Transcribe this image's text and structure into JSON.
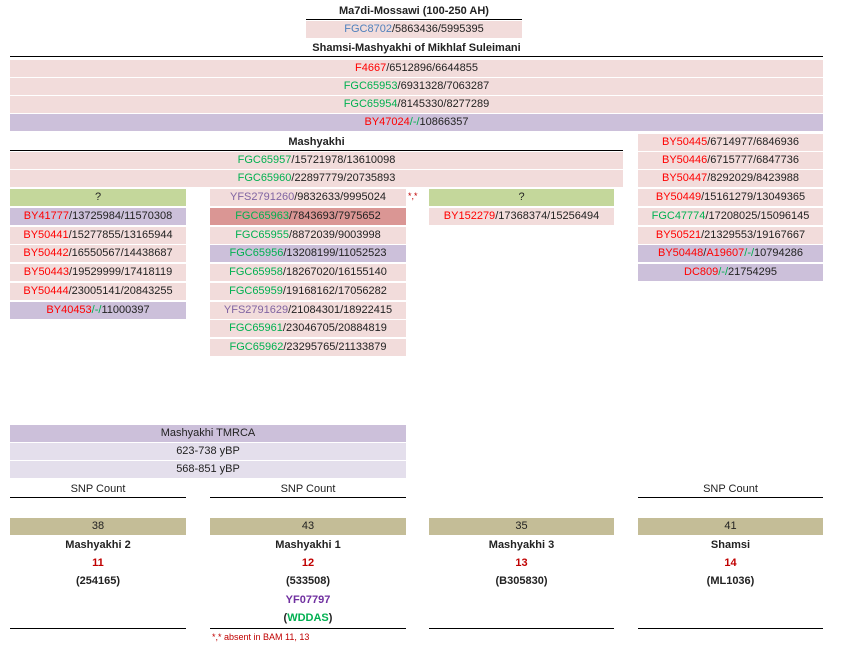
{
  "top": {
    "title": "Ma7di-Mossawi (100-250 AH)",
    "fgc8702": {
      "snp": "FGC8702",
      "rest": "/5863436/5995395"
    },
    "shamsi_title": "Shamsi-Mashyakhi of Mikhlaf Suleimani",
    "rows": [
      {
        "snp": "F4667",
        "rest": "/6512896/6644855"
      },
      {
        "snp": "FGC65953",
        "rest": "/6931328/7063287"
      },
      {
        "snp": "FGC65954",
        "rest": "/8145330/8277289"
      }
    ],
    "by47024": {
      "snp": "BY47024",
      "mid": "/-/",
      "rest": "10866357"
    }
  },
  "mashyakhi": {
    "title": "Mashyakhi",
    "rows": [
      {
        "snp": "FGC65957",
        "rest": "/15721978/13610098"
      },
      {
        "snp": "FGC65960",
        "rest": "/22897779/20735893"
      }
    ]
  },
  "col1": {
    "header": "?",
    "rows": [
      {
        "snp": "BY41777",
        "rest": "/13725984/11570308"
      },
      {
        "snp": "BY50441",
        "rest": "/15277855/13165944"
      },
      {
        "snp": "BY50442",
        "rest": "/16550567/14438687"
      },
      {
        "snp": "BY50443",
        "rest": "/19529999/17418119"
      },
      {
        "snp": "BY50444",
        "rest": "/23005141/20843255"
      },
      {
        "snp": "BY40453",
        "mid": "/-/",
        "rest": "11000397"
      }
    ]
  },
  "col2": {
    "rows": [
      {
        "snp": "YFS2791260",
        "rest": "/9832633/9995024"
      },
      {
        "snp": "FGC65963",
        "rest": "/7843693/7975652"
      },
      {
        "snp": "FGC65955",
        "rest": "/8872039/9003998"
      },
      {
        "snp": "FGC65956",
        "rest": "/13208199/11052523"
      },
      {
        "snp": "FGC65958",
        "rest": "/18267020/16155140"
      },
      {
        "snp": "FGC65959",
        "rest": "/19168162/17056282"
      },
      {
        "snp": "YFS2791629",
        "rest": "/21084301/18922415"
      },
      {
        "snp": "FGC65961",
        "rest": "/23046705/20884819"
      },
      {
        "snp": "FGC65962",
        "rest": "/23295765/21133879"
      }
    ],
    "mark": "*,*"
  },
  "col3": {
    "header": "?",
    "rows": [
      {
        "snp": "BY152279",
        "rest": "/17368374/15256494"
      }
    ]
  },
  "col4": {
    "rows": [
      {
        "snp": "BY50445",
        "rest": "/6714977/6846936"
      },
      {
        "snp": "BY50446",
        "rest": "/6715777/6847736"
      },
      {
        "snp": "BY50447",
        "rest": "/8292029/8423988"
      },
      {
        "snp": "BY50449",
        "rest": "/15161279/13049365"
      },
      {
        "snp": "FGC47774",
        "rest": "/17208025/15096145"
      },
      {
        "snp": "BY50521",
        "rest": "/21329553/19167667"
      }
    ],
    "by50448": {
      "snp": "BY50448",
      "sep1": "/",
      "snp2": "A19607",
      "mid": "/-/",
      "rest": "10794286"
    },
    "dc809": {
      "snp": "DC809",
      "mid": "/-/",
      "rest": "21754295"
    }
  },
  "tmrca": {
    "title": "Mashyakhi TMRCA",
    "range1": "623-738 yBP",
    "range2": "568-851 yBP"
  },
  "snp_count_label": "SNP Count",
  "kits": [
    {
      "count": "38",
      "name": "Mashyakhi 2",
      "bam": "11",
      "id": "(254165)"
    },
    {
      "count": "43",
      "name": "Mashyakhi 1",
      "bam": "12",
      "id": "(533508)",
      "extra_purple": "YF07797",
      "extra_open": "(",
      "extra_green": "WDDAS",
      "extra_close": ")"
    },
    {
      "count": "35",
      "name": "Mashyakhi 3",
      "bam": "13",
      "id": "(B305830)"
    },
    {
      "count": "41",
      "name": "Shamsi",
      "bam": "14",
      "id": "(ML1036)"
    }
  ],
  "footnote": "*,* absent in BAM 11, 13"
}
